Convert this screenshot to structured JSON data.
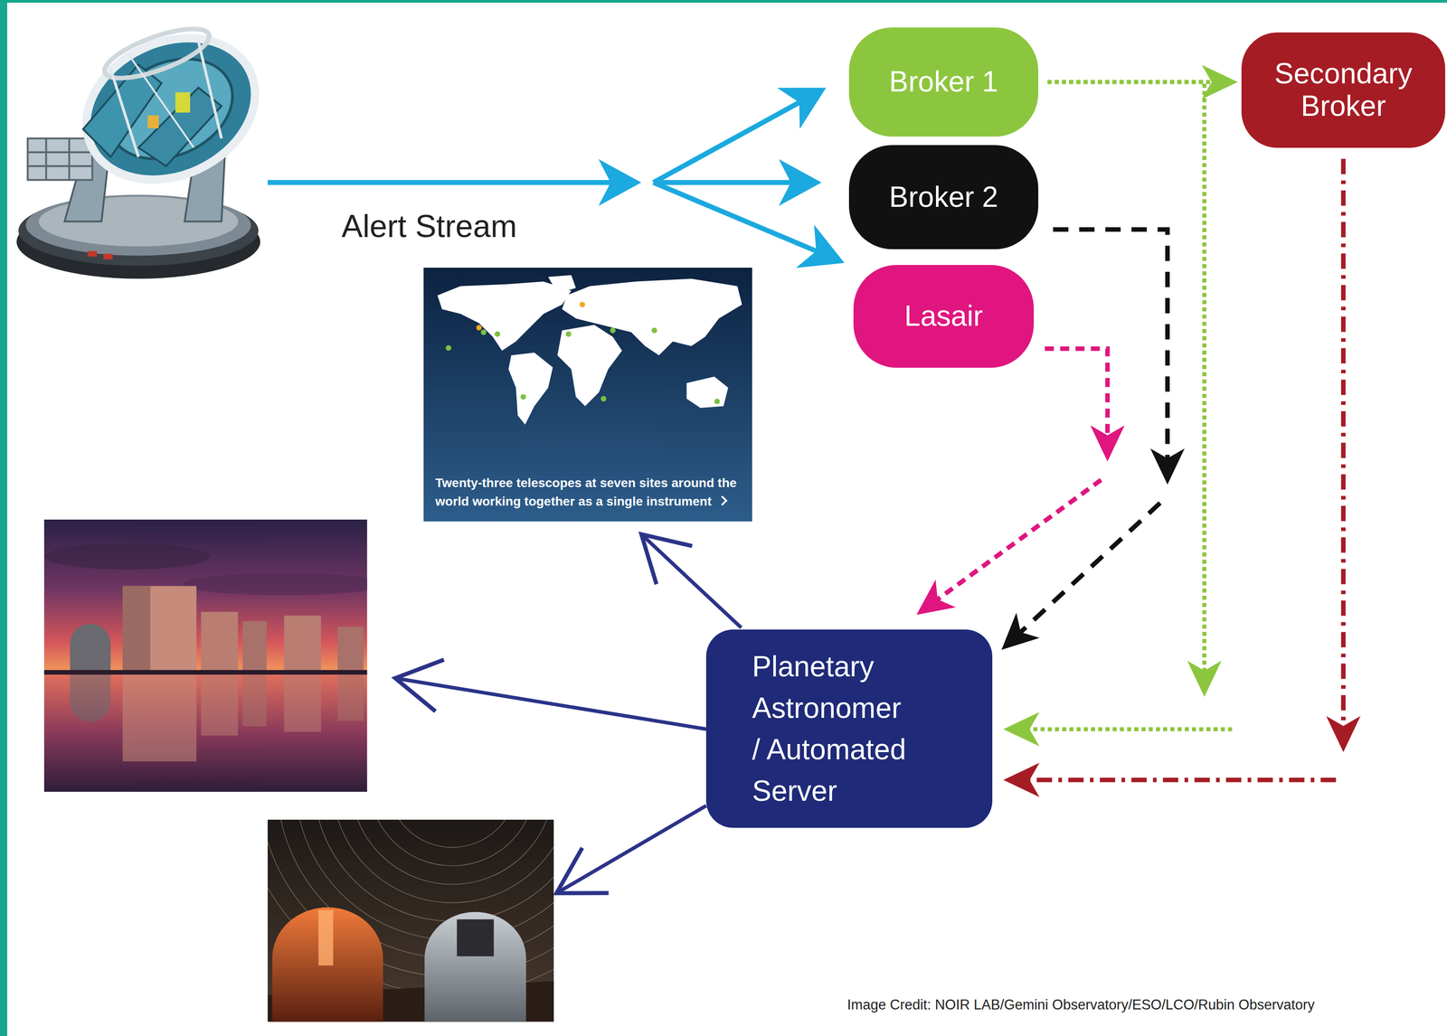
{
  "diagram": {
    "nodes": [
      {
        "text": [
          "Broker 1"
        ]
      },
      {
        "text": [
          "Secondary Broker"
        ]
      },
      {
        "text": [
          "Broker 2"
        ]
      },
      {
        "text": [
          "Lasair"
        ]
      },
      {
        "text": [
          "Twenty-three telescopes at seven sites around the world working together as a single instrument"
        ]
      },
      {
        "text": [
          "Planetary Astronomer / Automated Server"
        ]
      }
    ],
    "edges": [
      {
        "from": 0,
        "to": 1,
        "arrow": "to"
      },
      {
        "from": 0,
        "to": 5,
        "arrow": "to"
      },
      {
        "from": 2,
        "to": 5,
        "arrow": "to"
      },
      {
        "from": 3,
        "to": 5,
        "arrow": "to"
      },
      {
        "from": 1,
        "to": 5,
        "arrow": "to"
      },
      {
        "from": 5,
        "to": 4,
        "arrow": "to"
      }
    ],
    "labels": [
      "Alert Stream",
      "Image Credit: NOIR LAB/Gemini Observatory/ESO/LCO/Rubin Observatory"
    ]
  }
}
